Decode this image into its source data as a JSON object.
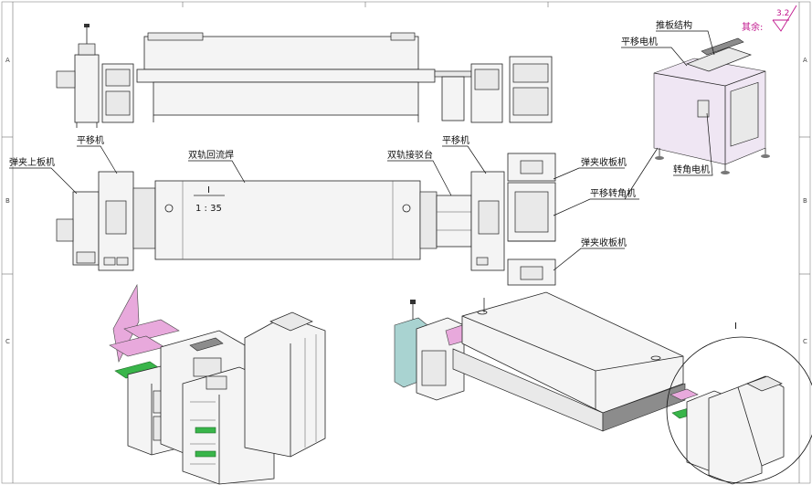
{
  "drawing": {
    "margin_refs_left": [
      "A",
      "B",
      "C"
    ],
    "margin_refs_right": [
      "A",
      "B",
      "C"
    ],
    "detail_marker": "I",
    "scale_label": "I",
    "scale_value": "1 : 35",
    "finish_prefix": "其余:",
    "finish_value": "3.2"
  },
  "callouts": {
    "pusher_mechanism": "推板结构",
    "translation_motor": "平移电机",
    "rotation_motor": "转角电机",
    "translator_left": "平移机",
    "clip_loader": "弹夹上板机",
    "dual_reflow": "双轨回流焊",
    "dual_dock": "双轨接驳台",
    "translator_right": "平移机",
    "clip_unloader_top": "弹夹收板机",
    "translate_corner": "平移转角机",
    "clip_unloader_bottom": "弹夹收板机"
  }
}
